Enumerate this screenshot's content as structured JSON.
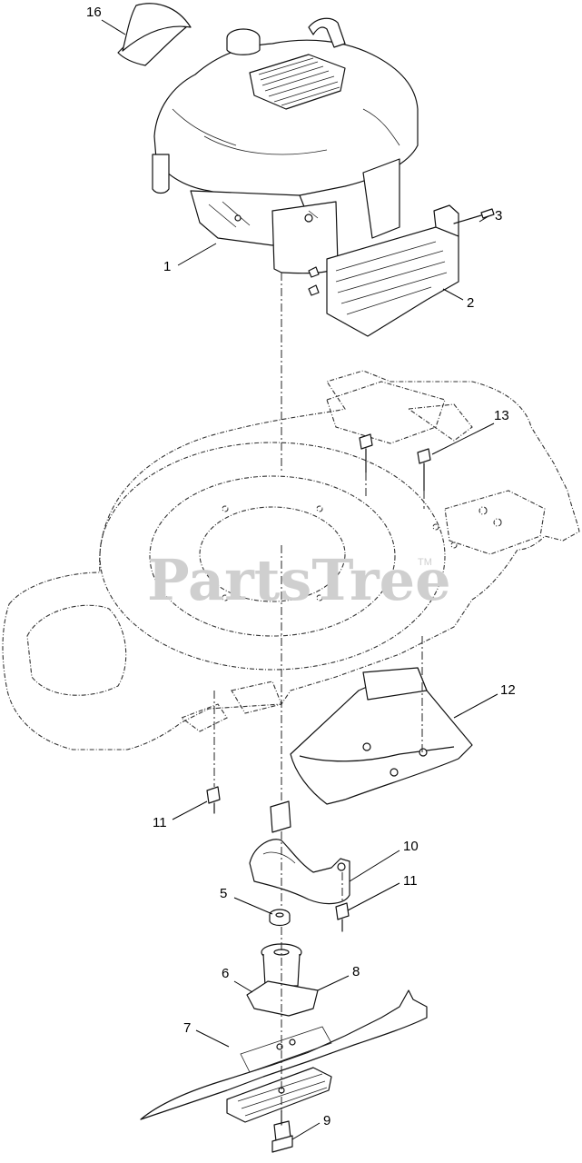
{
  "watermark": {
    "text": "PartsTree",
    "tm": "TM"
  },
  "callouts": [
    {
      "id": "16",
      "label": "16"
    },
    {
      "id": "3",
      "label": "3"
    },
    {
      "id": "1",
      "label": "1"
    },
    {
      "id": "2",
      "label": "2"
    },
    {
      "id": "13",
      "label": "13"
    },
    {
      "id": "12",
      "label": "12"
    },
    {
      "id": "11a",
      "label": "11"
    },
    {
      "id": "10",
      "label": "10"
    },
    {
      "id": "11b",
      "label": "11"
    },
    {
      "id": "5",
      "label": "5"
    },
    {
      "id": "6",
      "label": "6"
    },
    {
      "id": "7",
      "label": "7"
    },
    {
      "id": "8",
      "label": "8"
    },
    {
      "id": "9",
      "label": "9"
    }
  ]
}
